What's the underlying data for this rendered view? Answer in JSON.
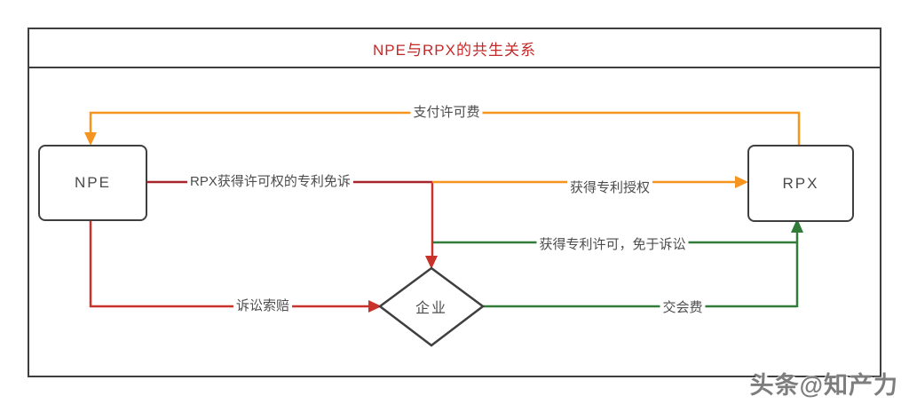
{
  "title": "NPE与RPX的共生关系",
  "nodes": {
    "npe": {
      "label": "NPE"
    },
    "rpx": {
      "label": "RPX"
    },
    "enterprise": {
      "label": "企业"
    }
  },
  "edges": {
    "pay_license_fee": {
      "label": "支付许可费",
      "from": "RPX",
      "to": "NPE",
      "color": "#f7941e"
    },
    "patents_immune": {
      "label": "RPX获得许可权的专利免诉",
      "from": "NPE",
      "to": "企业",
      "color": "#a6262b"
    },
    "obtain_patent_authorization": {
      "label": "获得专利授权",
      "to": "RPX",
      "color": "#f7941e"
    },
    "obtain_patent_license": {
      "label": "获得专利许可，免于诉讼",
      "to": "RPX",
      "color": "#317c38"
    },
    "litigation_claim": {
      "label": "诉讼索赔",
      "from": "NPE",
      "to": "企业",
      "color": "#c9312b"
    },
    "membership_fee": {
      "label": "交会费",
      "from": "企业",
      "to": "RPX",
      "color": "#317c38"
    }
  },
  "watermark": "头条@知产力",
  "colors": {
    "orange": "#f7941e",
    "dark_red": "#a6262b",
    "red": "#c9312b",
    "green": "#317c38",
    "title_red": "#c22a29",
    "border_gray": "#3f3f3f",
    "label_text": "#4d4d4d"
  }
}
